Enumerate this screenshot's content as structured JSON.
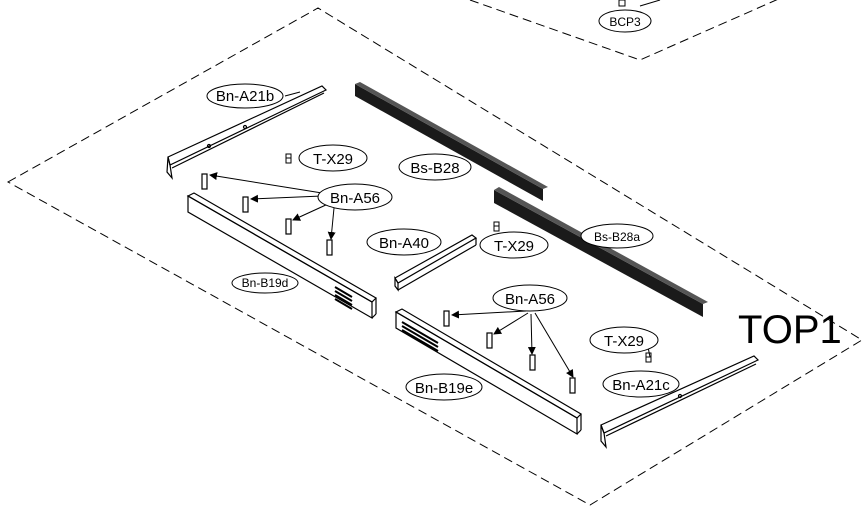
{
  "diagram": {
    "title": "TOP1",
    "callouts": {
      "bcp3": "BCP3",
      "bn_a21b": "Bn-A21b",
      "t_x29_top": "T-X29",
      "bs_b28": "Bs-B28",
      "bn_a56_left": "Bn-A56",
      "bn_a40": "Bn-A40",
      "t_x29_mid": "T-X29",
      "bs_b28a": "Bs-B28a",
      "bn_b19d": "Bn-B19d",
      "bn_a56_right": "Bn-A56",
      "t_x29_right": "T-X29",
      "bn_b19e": "Bn-B19e",
      "bn_a21c": "Bn-A21c"
    }
  }
}
